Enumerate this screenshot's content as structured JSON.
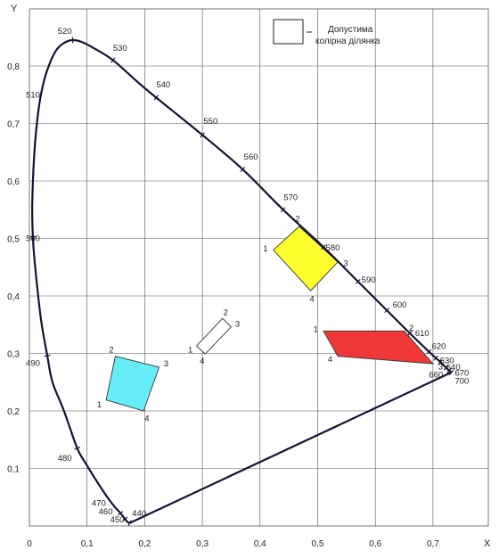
{
  "chart_data": {
    "type": "diagram",
    "xlabel": "X",
    "ylabel": "Y",
    "x_ticks": [
      "0",
      "0,1",
      "0,2",
      "0,3",
      "0,4",
      "0,5",
      "0,6",
      "0,7"
    ],
    "y_ticks": [
      "0,1",
      "0,2",
      "0,3",
      "0,4",
      "0,5",
      "0,6",
      "0,7",
      "0,8"
    ],
    "xlim": [
      0,
      0.8
    ],
    "ylim": [
      0,
      0.9
    ],
    "legend": {
      "text_line1": "Допустима",
      "text_line2": "колірна ділянка"
    },
    "locus": [
      {
        "x": 0.174,
        "y": 0.005,
        "nm": "450"
      },
      {
        "x": 0.17,
        "y": 0.007
      },
      {
        "x": 0.166,
        "y": 0.012,
        "nm": "460"
      },
      {
        "x": 0.158,
        "y": 0.022,
        "nm": "470"
      },
      {
        "x": 0.144,
        "y": 0.038
      },
      {
        "x": 0.125,
        "y": 0.065
      },
      {
        "x": 0.1,
        "y": 0.105
      },
      {
        "x": 0.083,
        "y": 0.135,
        "nm": "480"
      },
      {
        "x": 0.06,
        "y": 0.2
      },
      {
        "x": 0.04,
        "y": 0.25
      },
      {
        "x": 0.031,
        "y": 0.296,
        "nm": "490"
      },
      {
        "x": 0.02,
        "y": 0.36
      },
      {
        "x": 0.01,
        "y": 0.45
      },
      {
        "x": 0.006,
        "y": 0.503,
        "nm": "500"
      },
      {
        "x": 0.005,
        "y": 0.56
      },
      {
        "x": 0.008,
        "y": 0.64
      },
      {
        "x": 0.013,
        "y": 0.7
      },
      {
        "x": 0.02,
        "y": 0.75
      },
      {
        "x": 0.03,
        "y": 0.79
      },
      {
        "x": 0.045,
        "y": 0.825
      },
      {
        "x": 0.06,
        "y": 0.84
      },
      {
        "x": 0.075,
        "y": 0.845,
        "nm": "520"
      },
      {
        "x": 0.09,
        "y": 0.842
      },
      {
        "x": 0.11,
        "y": 0.832
      },
      {
        "x": 0.145,
        "y": 0.81,
        "nm": "530"
      },
      {
        "x": 0.19,
        "y": 0.77
      },
      {
        "x": 0.22,
        "y": 0.745,
        "nm": "540"
      },
      {
        "x": 0.3,
        "y": 0.68,
        "nm": "550"
      },
      {
        "x": 0.37,
        "y": 0.62,
        "nm": "560"
      },
      {
        "x": 0.44,
        "y": 0.55,
        "nm": "570"
      },
      {
        "x": 0.51,
        "y": 0.485,
        "nm": "580"
      },
      {
        "x": 0.57,
        "y": 0.425,
        "nm": "590"
      },
      {
        "x": 0.62,
        "y": 0.375,
        "nm": "600"
      },
      {
        "x": 0.66,
        "y": 0.335,
        "nm": "610"
      },
      {
        "x": 0.693,
        "y": 0.303,
        "nm": "620"
      },
      {
        "x": 0.705,
        "y": 0.292,
        "nm": "630"
      },
      {
        "x": 0.713,
        "y": 0.285,
        "nm": "640"
      },
      {
        "x": 0.723,
        "y": 0.275,
        "nm": "660"
      },
      {
        "x": 0.728,
        "y": 0.27,
        "nm": "670"
      },
      {
        "x": 0.732,
        "y": 0.267,
        "nm": "700"
      }
    ],
    "wavelength_labels": [
      {
        "nm": "450",
        "x": 0.14,
        "y": 0.006
      },
      {
        "nm": "440",
        "x": 0.178,
        "y": 0.017
      },
      {
        "nm": "460",
        "x": 0.12,
        "y": 0.02
      },
      {
        "nm": "470",
        "x": 0.108,
        "y": 0.035
      },
      {
        "nm": "480",
        "x": 0.049,
        "y": 0.113
      },
      {
        "nm": "490",
        "x": -0.006,
        "y": 0.278
      },
      {
        "nm": "500",
        "x": -0.006,
        "y": 0.495
      },
      {
        "nm": "510",
        "x": -0.006,
        "y": 0.745
      },
      {
        "nm": "520",
        "x": 0.049,
        "y": 0.856
      },
      {
        "nm": "530",
        "x": 0.145,
        "y": 0.826
      },
      {
        "nm": "540",
        "x": 0.22,
        "y": 0.763
      },
      {
        "nm": "550",
        "x": 0.302,
        "y": 0.699
      },
      {
        "nm": "560",
        "x": 0.372,
        "y": 0.637
      },
      {
        "nm": "570",
        "x": 0.441,
        "y": 0.567
      },
      {
        "nm": "580",
        "x": 0.514,
        "y": 0.479
      },
      {
        "nm": "590",
        "x": 0.576,
        "y": 0.423
      },
      {
        "nm": "600",
        "x": 0.63,
        "y": 0.38
      },
      {
        "nm": "610",
        "x": 0.669,
        "y": 0.33
      },
      {
        "nm": "620",
        "x": 0.698,
        "y": 0.308
      },
      {
        "nm": "630",
        "x": 0.712,
        "y": 0.283
      },
      {
        "nm": "640",
        "x": 0.723,
        "y": 0.271
      },
      {
        "nm": "660",
        "x": 0.693,
        "y": 0.258
      },
      {
        "nm": "670",
        "x": 0.738,
        "y": 0.261
      },
      {
        "nm": "700",
        "x": 0.738,
        "y": 0.247
      }
    ],
    "regions": [
      {
        "name": "yellow",
        "color": "#ffff30",
        "points": [
          {
            "x": 0.423,
            "y": 0.48
          },
          {
            "x": 0.468,
            "y": 0.521
          },
          {
            "x": 0.535,
            "y": 0.459
          },
          {
            "x": 0.488,
            "y": 0.409
          }
        ],
        "labels": [
          "1",
          "2",
          "3",
          "4"
        ]
      },
      {
        "name": "red",
        "color": "#f03838",
        "points": [
          {
            "x": 0.51,
            "y": 0.339
          },
          {
            "x": 0.65,
            "y": 0.339
          },
          {
            "x": 0.7,
            "y": 0.282
          },
          {
            "x": 0.535,
            "y": 0.295
          }
        ],
        "labels": [
          "1",
          "2",
          "3",
          "4"
        ]
      },
      {
        "name": "blue",
        "color": "#66eef8",
        "points": [
          {
            "x": 0.133,
            "y": 0.219
          },
          {
            "x": 0.149,
            "y": 0.295
          },
          {
            "x": 0.225,
            "y": 0.276
          },
          {
            "x": 0.198,
            "y": 0.2
          }
        ],
        "labels": [
          "1",
          "2",
          "3",
          "4"
        ]
      },
      {
        "name": "white",
        "color": "#ffffff",
        "points": [
          {
            "x": 0.29,
            "y": 0.313
          },
          {
            "x": 0.335,
            "y": 0.361
          },
          {
            "x": 0.35,
            "y": 0.346
          },
          {
            "x": 0.305,
            "y": 0.299
          }
        ],
        "labels": [
          "1",
          "2",
          "3",
          "4"
        ]
      }
    ]
  }
}
